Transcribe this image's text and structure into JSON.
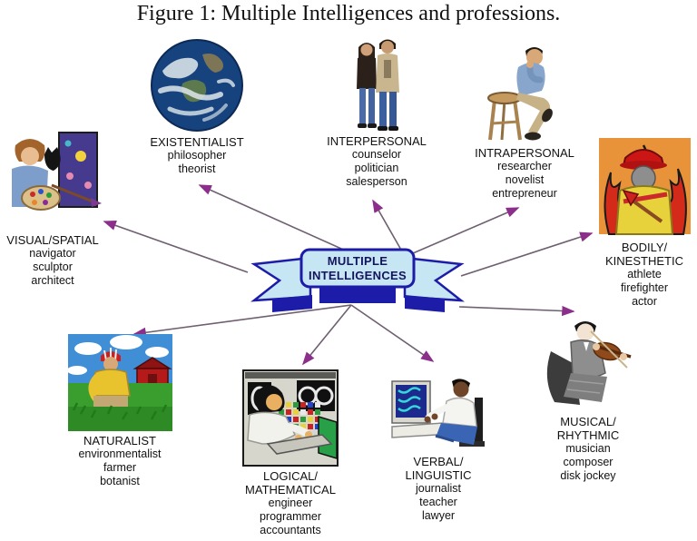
{
  "figure_title": "Figure 1: Multiple Intelligences and professions.",
  "center": {
    "label_lines": [
      "MULTIPLE",
      "INTELLIGENCES"
    ]
  },
  "colors": {
    "banner_fill": "#c6e6f4",
    "banner_border": "#1c1ca8",
    "arrow_head": "#8b2f8b",
    "arrow_line": "#6f5f71",
    "text": "#111111"
  },
  "nodes": [
    {
      "id": "existentialist",
      "image": "earth-globe",
      "title_lines": [
        "EXISTENTIALIST"
      ],
      "professions": [
        "philosopher",
        "theorist"
      ]
    },
    {
      "id": "interpersonal",
      "image": "standing-couple",
      "title_lines": [
        "INTERPERSONAL"
      ],
      "professions": [
        "counselor",
        "politician",
        "salesperson"
      ]
    },
    {
      "id": "intrapersonal",
      "image": "man-thinking-on-stool",
      "title_lines": [
        "INTRAPERSONAL"
      ],
      "professions": [
        "researcher",
        "novelist",
        "entrepreneur"
      ]
    },
    {
      "id": "visual-spatial",
      "image": "painter-with-palette",
      "title_lines": [
        "VISUAL/SPATIAL"
      ],
      "professions": [
        "navigator",
        "sculptor",
        "architect"
      ]
    },
    {
      "id": "bodily-kinesthetic",
      "image": "firefighter-with-axe",
      "title_lines": [
        "BODILY/",
        "KINESTHETIC"
      ],
      "professions": [
        "athlete",
        "firefighter",
        "actor"
      ]
    },
    {
      "id": "naturalist",
      "image": "farmer-in-field",
      "title_lines": [
        "NATURALIST"
      ],
      "professions": [
        "environmentalist",
        "farmer",
        "botanist"
      ]
    },
    {
      "id": "logical-mathematical",
      "image": "technician-at-control-panel",
      "title_lines": [
        "LOGICAL/",
        "MATHEMATICAL"
      ],
      "professions": [
        "engineer",
        "programmer",
        "accountants"
      ]
    },
    {
      "id": "verbal-linguistic",
      "image": "person-typing-at-computer",
      "title_lines": [
        "VERBAL/",
        "LINGUISTIC"
      ],
      "professions": [
        "journalist",
        "teacher",
        "lawyer"
      ]
    },
    {
      "id": "musical-rhythmic",
      "image": "violinist",
      "title_lines": [
        "MUSICAL/",
        "RHYTHMIC"
      ],
      "professions": [
        "musician",
        "composer",
        "disk jockey"
      ]
    }
  ]
}
